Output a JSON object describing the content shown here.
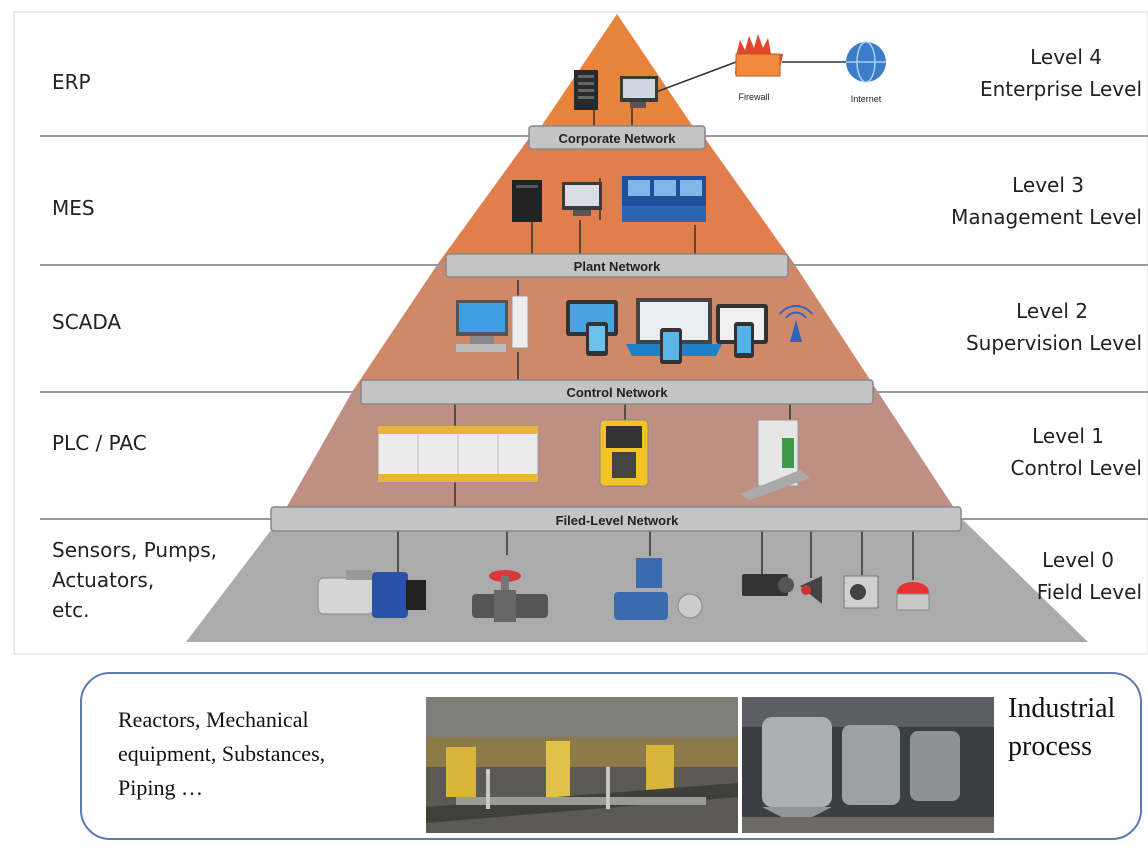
{
  "rows": [
    {
      "name": "ERP",
      "level": "Level 4",
      "level_name": "Enterprise Level"
    },
    {
      "name": "MES",
      "level": "Level 3",
      "level_name": "Management Level"
    },
    {
      "name": "SCADA",
      "level": "Level 2",
      "level_name": "Supervision Level"
    },
    {
      "name": "PLC / PAC",
      "level": "Level 1",
      "level_name": "Control Level"
    },
    {
      "name_lines": [
        "Sensors, Pumps,",
        "Actuators,",
        "etc."
      ],
      "level": "Level 0",
      "level_name": "Field Level"
    }
  ],
  "networks": {
    "corporate": "Corporate Network",
    "plant": "Plant Network",
    "control": "Control Network",
    "field": "Filed-Level Network"
  },
  "devices": {
    "firewall": "Firewall",
    "internet": "Internet"
  },
  "process": {
    "description_lines": [
      "Reactors, Mechanical",
      "equipment, Substances,",
      "Piping …"
    ],
    "title_lines": [
      "Industrial",
      "process"
    ]
  },
  "colors": {
    "level4": "#e8833d",
    "level3": "#e07f4d",
    "level2": "#cf8868",
    "level1": "#bf8f84",
    "level0": "#ababab",
    "network_bar": "#c4c4c4",
    "separator": "#9a9a9a",
    "process_border": "#5b7bb5"
  }
}
